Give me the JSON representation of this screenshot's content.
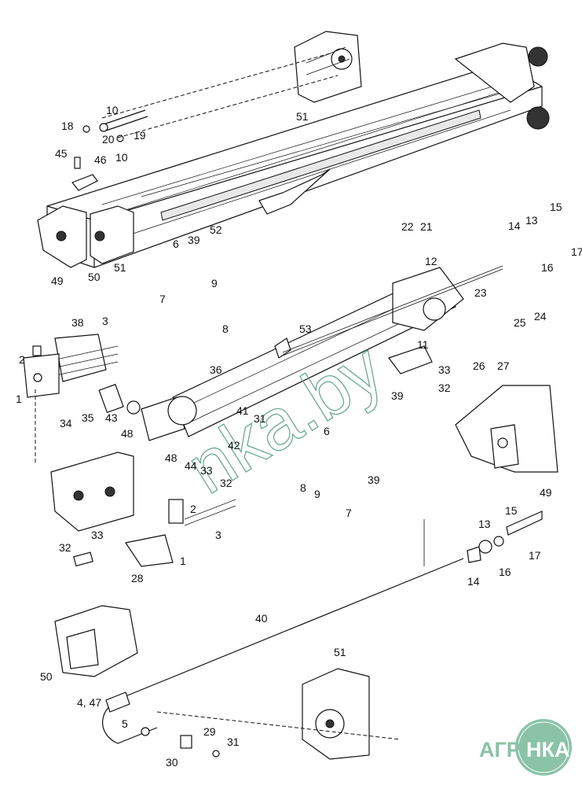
{
  "diagram": {
    "callouts": [
      "10",
      "18",
      "20",
      "19",
      "45",
      "46",
      "10",
      "51",
      "52",
      "49",
      "50",
      "51",
      "6",
      "39",
      "7",
      "9",
      "8",
      "22",
      "21",
      "12",
      "14",
      "13",
      "15",
      "16",
      "17",
      "23",
      "25",
      "24",
      "26",
      "27",
      "11",
      "33",
      "32",
      "39",
      "53",
      "38",
      "3",
      "2",
      "1",
      "34",
      "35",
      "43",
      "48",
      "36",
      "41",
      "31",
      "42",
      "48",
      "44",
      "33",
      "32",
      "6",
      "8",
      "9",
      "39",
      "7",
      "49",
      "2",
      "3",
      "33",
      "32",
      "28",
      "1",
      "13",
      "15",
      "14",
      "16",
      "17",
      "40",
      "51",
      "50",
      "4, 47",
      "5",
      "29",
      "31",
      "30"
    ]
  },
  "watermark": "nka.by",
  "logo": {
    "left": "АГРО",
    "right": "НКА",
    "color": "#8ac3a8"
  }
}
